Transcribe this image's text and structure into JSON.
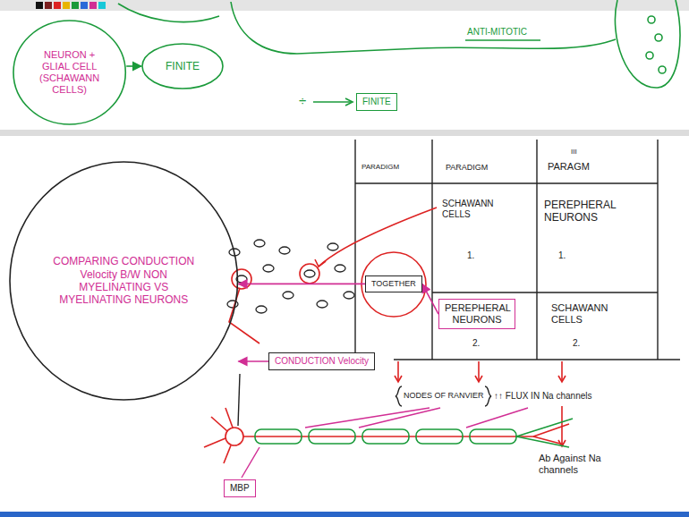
{
  "diagram": {
    "nodes": [
      {
        "text": [
          "NEURON + GLIAL CELL (SCHAWANN CELLS)"
        ]
      },
      {
        "text": [
          "FINITE"
        ]
      },
      {
        "text": [
          "FINITE"
        ]
      },
      {
        "text": [
          "COMPARING CONDUCTION Velocity B/W NON MYELINATING VS MYELINATING NEURONS"
        ]
      },
      {
        "text": [
          "TOGETHER"
        ]
      },
      {
        "text": [
          "PEREPHERAL NEURONS"
        ]
      },
      {
        "text": [
          "CONDUCTION Velocity"
        ]
      },
      {
        "text": [
          "MBP"
        ]
      }
    ],
    "edges": [
      {
        "from": 0,
        "to": 1,
        "arrow": "to"
      },
      {
        "from": 5,
        "to": 4,
        "arrow": "to"
      },
      {
        "from": 4,
        "to": 3,
        "arrow": "to"
      },
      {
        "from": 6,
        "to": 3,
        "arrow": "to"
      }
    ],
    "labels": [
      "ANTI-MITOTIC",
      "÷",
      "PARADIGM",
      "PARADIGM",
      "III",
      "PARAGM",
      "SCHAWANN CELLS",
      "1.",
      "PEREPHERAL NEURONS",
      "1.",
      "2.",
      "SCHAWANN CELLS",
      "2.",
      "NODES OF RANVIER",
      "↑↑ FLUX IN Na channels",
      "Ab Against Na channels"
    ]
  }
}
